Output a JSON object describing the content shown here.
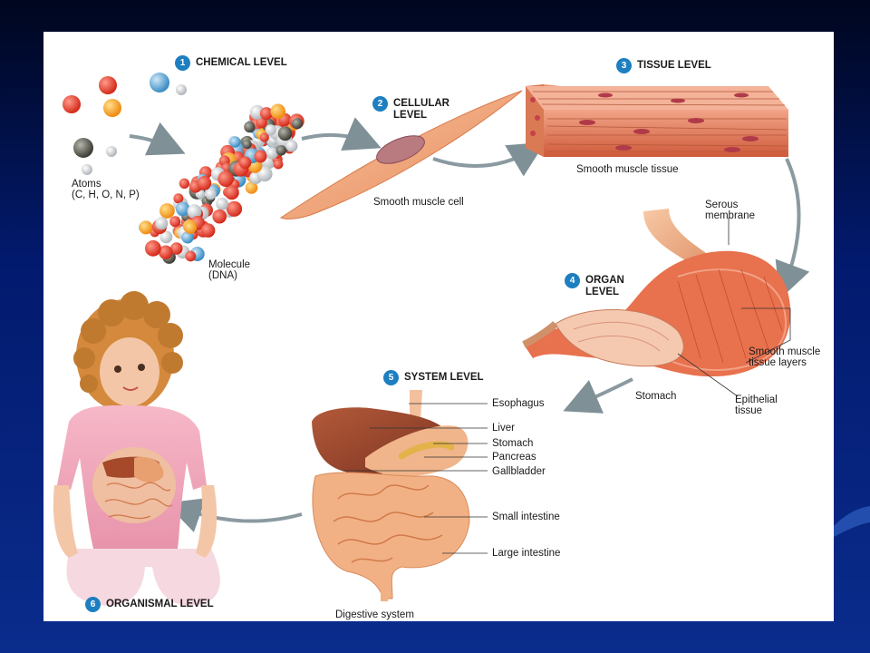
{
  "levels": [
    {
      "num": "1",
      "name": "CHEMICAL LEVEL"
    },
    {
      "num": "2",
      "name": "CELLULAR\nLEVEL"
    },
    {
      "num": "3",
      "name": "TISSUE LEVEL"
    },
    {
      "num": "4",
      "name": "ORGAN\nLEVEL"
    },
    {
      "num": "5",
      "name": "SYSTEM LEVEL"
    },
    {
      "num": "6",
      "name": "ORGANISMAL LEVEL"
    }
  ],
  "labels": {
    "atoms": "Atoms",
    "atoms_list": "(C, H, O, N, P)",
    "molecule": "Molecule",
    "molecule_dna": "(DNA)",
    "smooth_muscle_cell": "Smooth muscle cell",
    "smooth_muscle_tissue": "Smooth muscle tissue",
    "serous": "Serous",
    "membrane": "membrane",
    "smooth_muscle_layers_1": "Smooth muscle",
    "smooth_muscle_layers_2": "tissue layers",
    "stomach_organ": "Stomach",
    "epithelial_1": "Epithelial",
    "epithelial_2": "tissue",
    "esophagus": "Esophagus",
    "liver": "Liver",
    "stomach": "Stomach",
    "pancreas": "Pancreas",
    "gallbladder": "Gallbladder",
    "small_intestine": "Small intestine",
    "large_intestine": "Large intestine",
    "digestive_system": "Digestive system"
  },
  "colors": {
    "badge": "#1e7fc0",
    "muscle": "#e8956a",
    "arrow": "#8a9aa0",
    "atom_red": "#e53a2a",
    "atom_orange": "#f5a623",
    "atom_blue": "#5fa8d3",
    "atom_gray": "#5a5a50"
  }
}
